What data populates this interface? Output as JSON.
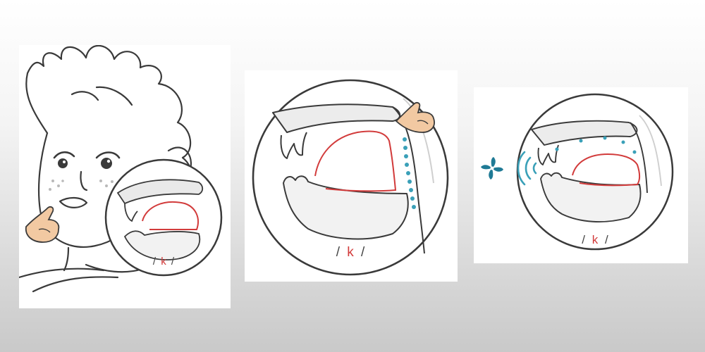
{
  "panels": [
    {
      "name": "child-pointing-to-cheek",
      "phoneme": {
        "open": "/",
        "letter": "k",
        "close": "/"
      }
    },
    {
      "name": "tongue-back-raised-closeup",
      "phoneme": {
        "open": "/",
        "letter": "k",
        "close": "/"
      }
    },
    {
      "name": "air-release-closeup",
      "phoneme": {
        "open": "/",
        "letter": "k",
        "close": "/"
      }
    }
  ],
  "colors": {
    "outline": "#3a3a3a",
    "tongue_outline": "#d23b3b",
    "airflow_dots": "#3aa0b8",
    "fan_icon": "#1f7a95",
    "skin": "#f2c9a2",
    "mouth_fill": "#f0f0f0",
    "shadow": "#e6e6e6"
  },
  "icons": [
    "pointing-hand-icon",
    "pinwheel-icon",
    "sound-wave-icon"
  ]
}
